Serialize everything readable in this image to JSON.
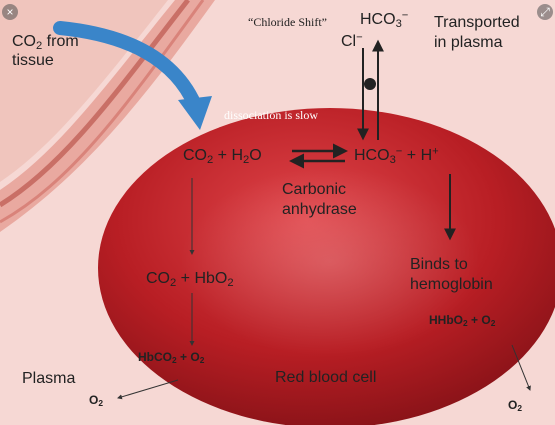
{
  "colors": {
    "plasma_background": "#f6d8d4",
    "vessel_wall": "#e9a9a0",
    "red_blood_cell": "#b81e24",
    "arrow_blue": "#3a85c9",
    "arrow_dark": "#222222"
  },
  "controls": {
    "close_icon": "close-icon",
    "close_glyph": "×",
    "expand_icon": "expand-icon",
    "expand_glyph": "⤢"
  },
  "labels": {
    "co2_from_tissue": {
      "l1_a": "CO",
      "l1_sub": "2",
      "l1_b": " from",
      "l2": "tissue"
    },
    "chloride_shift": "“Chloride Shift”",
    "hco3_top": {
      "base": "HCO",
      "sub": "3",
      "sup": "−"
    },
    "cl_minus": {
      "base": "Cl",
      "sup": "−"
    },
    "transported": {
      "l1": "Transported",
      "l2": "in plasma"
    },
    "dissociation_is_slow": "dissociation is slow",
    "equation": {
      "co2": "CO",
      "co2_sub": "2",
      "plus1": " + H",
      "h2o_sub": "2",
      "h2o_tail": "O",
      "hco3": "HCO",
      "hco3_sub": "3",
      "hco3_sup": "−",
      "plus2": " + H",
      "h_sup": "+"
    },
    "carbonic_anhydrase": {
      "l1": "Carbonic",
      "l2": "anhydrase"
    },
    "co2_hbo2": {
      "a": "CO",
      "a_sub": "2",
      "b": " + HbO",
      "b_sub": "2"
    },
    "binds_to_hemoglobin": {
      "l1": "Binds to",
      "l2": "hemoglobin"
    },
    "hhbo2_o2": {
      "a": "HHbO",
      "a_sub": "2",
      "b": " + O",
      "b_sub": "2"
    },
    "hbco2_o2": {
      "a": "HbCO",
      "a_sub": "2",
      "b": " + O",
      "b_sub": "2"
    },
    "plasma": "Plasma",
    "red_blood_cell": "Red blood cell",
    "o2_left": {
      "a": "O",
      "a_sub": "2"
    },
    "o2_right": {
      "a": "O",
      "a_sub": "2"
    }
  }
}
